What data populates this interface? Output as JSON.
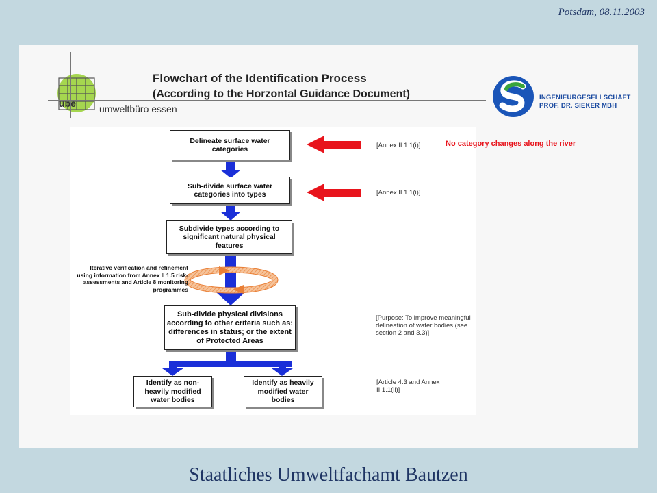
{
  "header": {
    "date": "Potsdam, 08.11.2003"
  },
  "footer": {
    "text": "Staatliches Umweltfachamt  Bautzen"
  },
  "title": {
    "line1": "Flowchart of the Identification Process",
    "line2": "(According to the Horzontal Guidance Document)"
  },
  "logo_left": {
    "mark": "ube",
    "name": "umweltbüro essen"
  },
  "logo_right": {
    "line1": "INGENIEURGESELLSCHAFT",
    "line2": "PROF. DR. SIEKER MBH"
  },
  "flow": {
    "box1": "Delineate surface water categories",
    "box2": "Sub-divide surface water categories into types",
    "box3": "Subdivide types according to significant natural physical features",
    "box4": "Sub-divide physical divisions according to other criteria such as: differences in status; or the extent of Protected Areas",
    "box5": "Identify as non-heavily modified water bodies",
    "box6": "Identify as heavily modified water bodies",
    "iter_note": "Iterative verification and refinement using information from Annex II 1.5 risk-assessments and Article 8 monitoring programmes"
  },
  "refs": {
    "r1": "[Annex II 1.1(i)]",
    "r2": "[Annex II 1.1(i)]",
    "r3": "[Purpose: To improve meaningful delineation of water bodies (see section 2 and 3.3)]",
    "r4": "[Article 4.3 and Annex II 1.1(ii)]"
  },
  "annotation": {
    "text": "No category changes along the river",
    "color": "#e8141c"
  },
  "colors": {
    "arrow_blue": "#1a2fd8",
    "arrow_red": "#e8141c",
    "cycle_orange": "#f09a56"
  }
}
